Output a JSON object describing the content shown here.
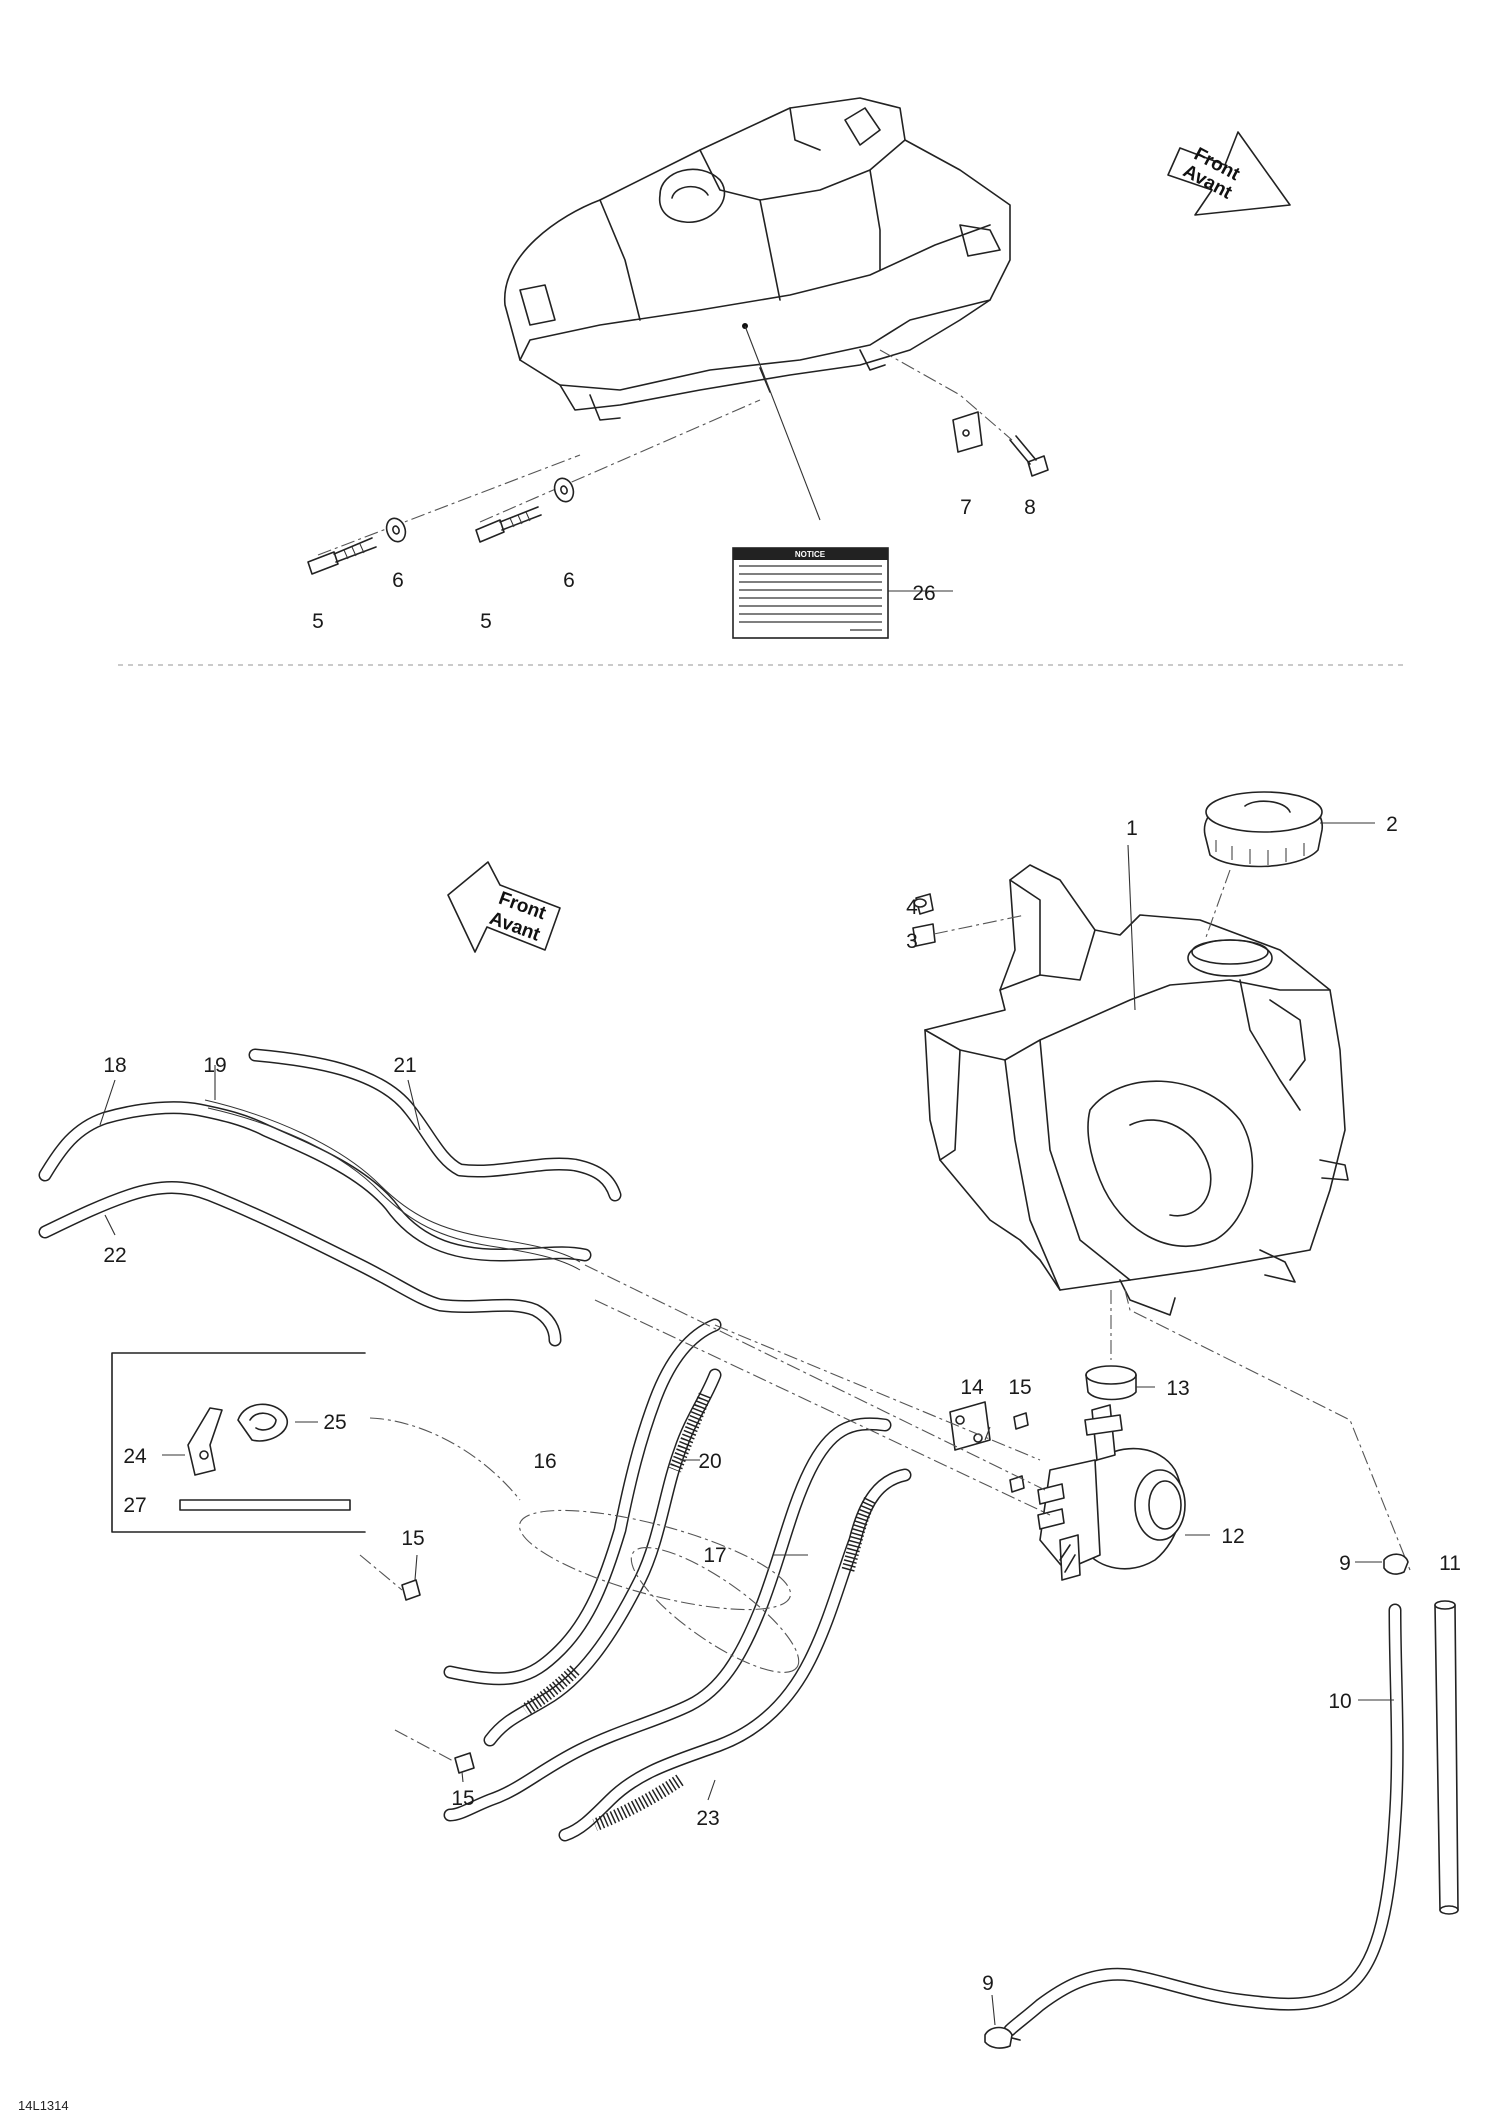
{
  "diagram_code": "14L1314",
  "notice_label_title": "NOTICE",
  "direction_arrows": [
    {
      "line1": "Front",
      "line2": "Avant"
    },
    {
      "line1": "Front",
      "line2": "Avant"
    }
  ],
  "callouts": {
    "c1": "1",
    "c2": "2",
    "c3": "3",
    "c4": "4",
    "c5a": "5",
    "c5b": "5",
    "c6a": "6",
    "c6b": "6",
    "c7": "7",
    "c8": "8",
    "c9a": "9",
    "c9b": "9",
    "c10": "10",
    "c11": "11",
    "c12": "12",
    "c13": "13",
    "c14": "14",
    "c15a": "15",
    "c15b": "15",
    "c15c": "15",
    "c16": "16",
    "c17": "17",
    "c18": "18",
    "c19": "19",
    "c20": "20",
    "c21": "21",
    "c22": "22",
    "c23": "23",
    "c24": "24",
    "c25": "25",
    "c26": "26",
    "c27": "27"
  }
}
